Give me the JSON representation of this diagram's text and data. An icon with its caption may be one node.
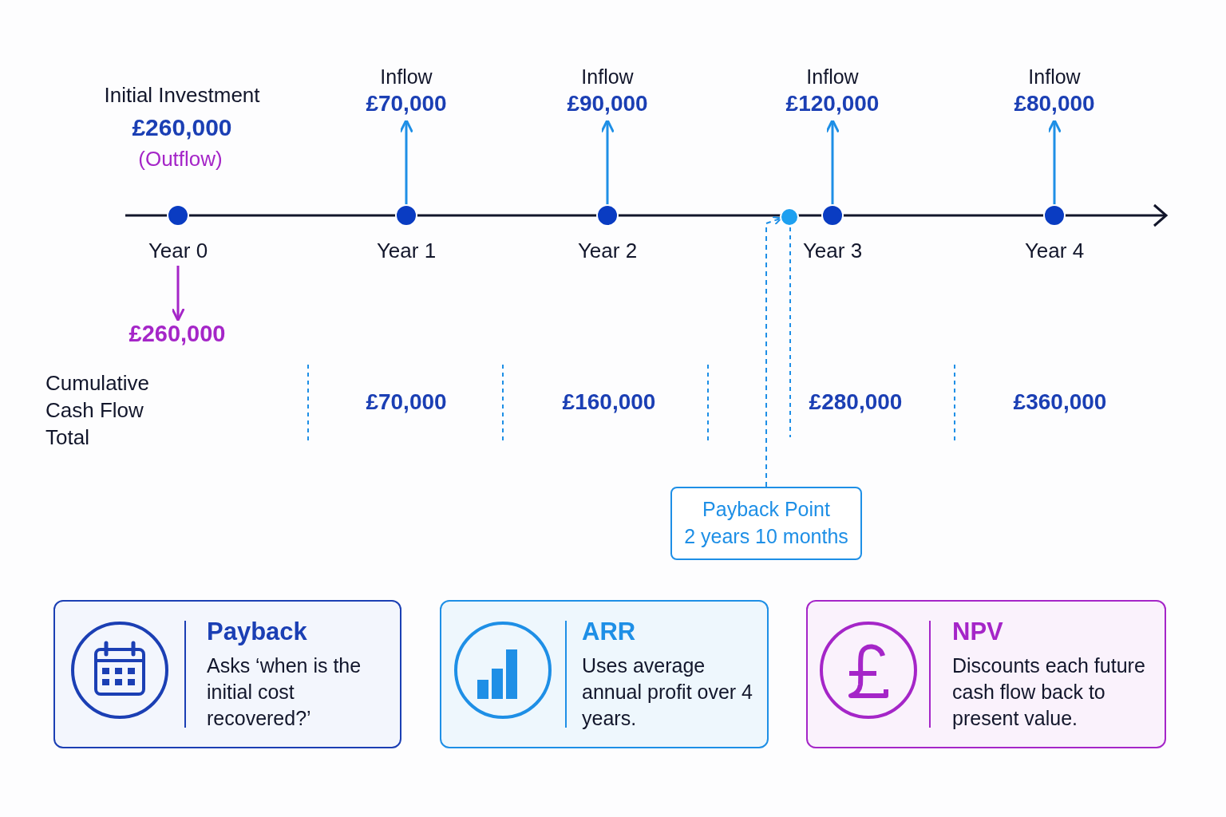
{
  "diagram": {
    "nodes": [
      {
        "text": [
          "Inflow",
          "£70,000"
        ]
      },
      {
        "text": [
          "Inflow",
          "£90,000"
        ]
      },
      {
        "text": [
          "Inflow",
          "£120,000"
        ]
      },
      {
        "text": [
          "Inflow",
          "£80,000"
        ]
      },
      {
        "text": [],
        "shape": "circle",
        "beside": [
          "Year 0"
        ]
      },
      {
        "text": [],
        "shape": "circle",
        "beside": [
          "Year 1"
        ]
      },
      {
        "text": [],
        "shape": "circle",
        "beside": [
          "Year 2"
        ]
      },
      {
        "text": [],
        "shape": "circle"
      },
      {
        "text": [],
        "shape": "circle",
        "beside": [
          "Year 3"
        ]
      },
      {
        "text": [],
        "shape": "circle",
        "beside": [
          "Year 4"
        ]
      },
      {
        "text": [
          "£260,000"
        ]
      },
      {
        "text": [
          "Payback Point",
          "2 years 10 months"
        ]
      },
      {
        "text": [
          "Payback",
          "Asks ‘when is the initial cost recovered?’"
        ]
      },
      {
        "text": [
          "ARR",
          "Uses average annual profit over 4 years."
        ]
      },
      {
        "text": [
          "NPV",
          "Discounts each future cash flow back to present value."
        ]
      }
    ],
    "edges": [
      {
        "from": 5,
        "to": 0,
        "arrow": "to"
      },
      {
        "from": 6,
        "to": 1,
        "arrow": "to"
      },
      {
        "from": 8,
        "to": 2,
        "arrow": "to"
      },
      {
        "from": 9,
        "to": 3,
        "arrow": "to"
      },
      {
        "from": 4,
        "to": 10,
        "arrow": "to",
        "color": "#a526c8"
      },
      {
        "from": 11,
        "to": 7,
        "arrow": "to",
        "style": "dashed"
      }
    ],
    "labels": [
      "Initial Investment",
      "£260,000",
      "(Outflow)",
      "Cumulative Cash Flow Total",
      "£70,000",
      "£160,000",
      "£280,000",
      "£360,000"
    ]
  }
}
